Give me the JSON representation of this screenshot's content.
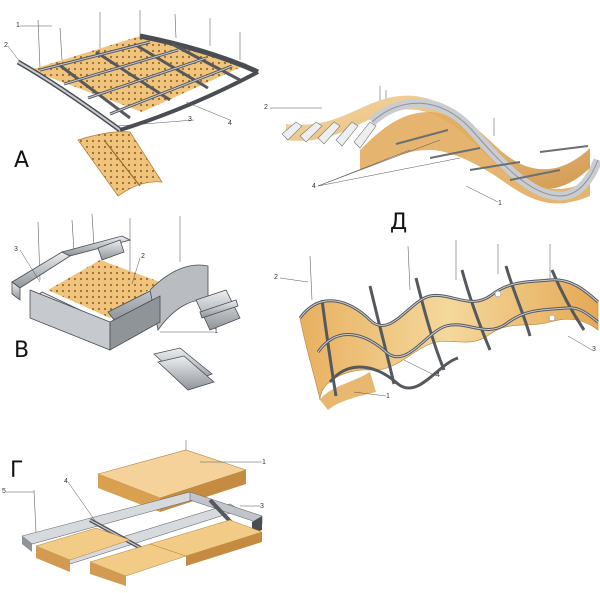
{
  "panels": [
    {
      "letter": "А",
      "callouts": [
        "1",
        "2",
        "3",
        "4"
      ]
    },
    {
      "letter": "Д",
      "callouts": [
        "2",
        "4",
        "1"
      ]
    },
    {
      "letter": "В",
      "callouts": [
        "3",
        "2",
        "1"
      ]
    },
    {
      "letter": "Γ",
      "callouts": [
        "1",
        "5",
        "4",
        "3"
      ]
    }
  ],
  "wave_panel": {
    "callouts": [
      "2",
      "3",
      "4",
      "1"
    ]
  },
  "colors": {
    "steel_light": "#d4d6d8",
    "steel_mid": "#a9adb1",
    "steel_dark": "#4a4e53",
    "wood_light": "#f2cb86",
    "wood_mid": "#e0a858",
    "wood_dark": "#b8823c",
    "leader": "#555555"
  }
}
